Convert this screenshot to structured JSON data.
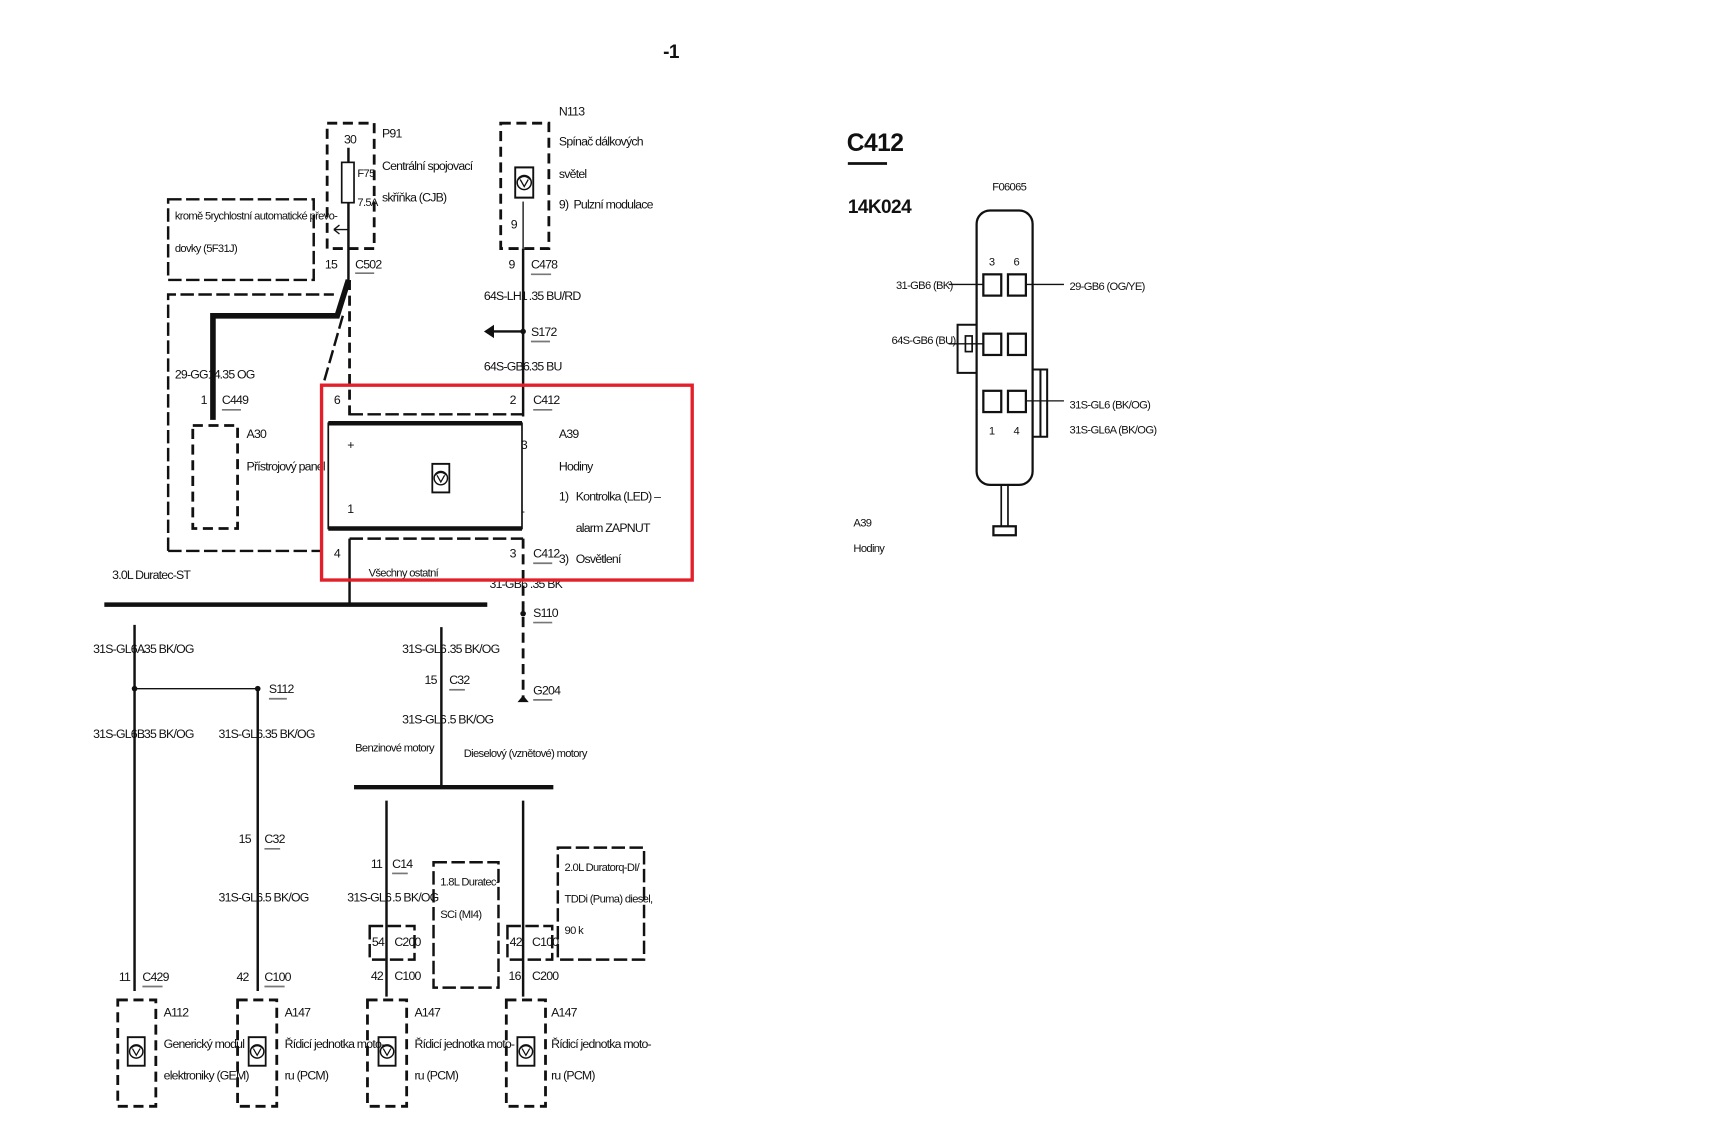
{
  "page_mark": "-1",
  "p91": {
    "id": "P91",
    "name1": "Centrální spojovací",
    "name2": "skříňka (CJB)",
    "pin": "30",
    "fuse": "F75",
    "fuse_rating": "7.5A"
  },
  "note_5speed": {
    "line1": "kromě 5rychlostní automatické převo-",
    "line2": "dovky (5F31J)"
  },
  "c502": {
    "pin": "15",
    "id": "C502"
  },
  "w_29gg14": {
    "circuit": "29-GG14",
    "gauge": ".35 OG"
  },
  "c449": {
    "pin": "1",
    "id": "C449"
  },
  "a30": {
    "id": "A30",
    "name": "Přístrojový panel"
  },
  "n113": {
    "id": "N113",
    "name1": "Spínač dálkových",
    "name2": "světel",
    "note_num": "9)",
    "note": "Pulzní modulace",
    "pin": "9"
  },
  "c478": {
    "pin": "9",
    "id": "C478"
  },
  "w_64slh1": {
    "circuit": "64S-LH1",
    "gauge": ".35 BU/RD"
  },
  "s172": "S172",
  "w_64sgb6": {
    "circuit": "64S-GB6",
    "gauge": ".35 BU"
  },
  "c412_top": {
    "pin_left": "6",
    "pin_right": "2",
    "id": "C412"
  },
  "a39": {
    "id": "A39",
    "name": "Hodiny",
    "pin_plus": "+",
    "pin_3": "3",
    "pin_1": "1",
    "pin_minus": "-",
    "note1_num": "1)",
    "note1a": "Kontrolka (LED) –",
    "note1b": "alarm ZAPNUT",
    "note3_num": "3)",
    "note3": "Osvětlení"
  },
  "c412_bottom": {
    "pin_left": "4",
    "pin_right": "3",
    "id": "C412"
  },
  "all_others": "Všechny ostatní",
  "engine_30": "3.0L Duratec-ST",
  "w_31gb6": {
    "circuit": "31-GB6",
    "gauge": ".35 BK"
  },
  "s110": "S110",
  "g204": "G204",
  "w_gl6a": {
    "circuit": "31S-GL6A",
    "gauge": ".35 BK/OG"
  },
  "s112": "S112",
  "w_gl6b": {
    "circuit": "31S-GL6B",
    "gauge": ".35 BK/OG"
  },
  "w_gl6_a": {
    "circuit": "31S-GL6",
    "gauge": ".35 BK/OG"
  },
  "c32_a": {
    "pin": "15",
    "id": "C32"
  },
  "w_gl6_b": {
    "circuit": "31S-GL6",
    "gauge": ".5 BK/OG"
  },
  "c429": {
    "pin": "11",
    "id": "C429"
  },
  "c100_a": {
    "pin": "42",
    "id": "C100"
  },
  "w_gl6_c": {
    "circuit": "31S-GL6",
    "gauge": ".35 BK/OG"
  },
  "c32_b": {
    "pin": "15",
    "id": "C32"
  },
  "w_gl6_d": {
    "circuit": "31S-GL6",
    "gauge": ".5 BK/OG"
  },
  "petrol": "Benzinové motory",
  "diesel": "Dieselový (vznětové) motory",
  "c14": {
    "pin": "11",
    "id": "C14"
  },
  "w_gl6_e": {
    "circuit": "31S-GL6",
    "gauge": ".5 BK/OG"
  },
  "c200_a": {
    "pin": "54",
    "id": "C200"
  },
  "c100_b": {
    "pin": "42",
    "id": "C100"
  },
  "note_18": {
    "line1": "1.8L Duratec-",
    "line2": "SCi (MI4)"
  },
  "c100_c": {
    "pin": "42",
    "id": "C100"
  },
  "c200_b": {
    "pin": "16",
    "id": "C200"
  },
  "note_20": {
    "line1": "2.0L Duratorq-DI/",
    "line2": "TDDi (Puma) diesel,",
    "line3": "90 k"
  },
  "a112": {
    "id": "A112",
    "name1": "Generický modul",
    "name2": "elektroniky (GEM)"
  },
  "a147": {
    "id": "A147",
    "name1": "Řídicí jednotka moto-",
    "name2": "ru (PCM)"
  },
  "connector": {
    "title": "C412",
    "part": "14K024",
    "view_id": "F06065",
    "pins": [
      "3",
      "6",
      "1",
      "4"
    ],
    "wire_3": "31-GB6 (BK)",
    "wire_6": "29-GB6 (OG/YE)",
    "wire_2": "64S-GB6 (BU)",
    "wire_4a": "31S-GL6 (BK/OG)",
    "wire_4b": "31S-GL6A (BK/OG)",
    "component": "A39",
    "component_name": "Hodiny"
  },
  "highlight_color": "#e3202a"
}
